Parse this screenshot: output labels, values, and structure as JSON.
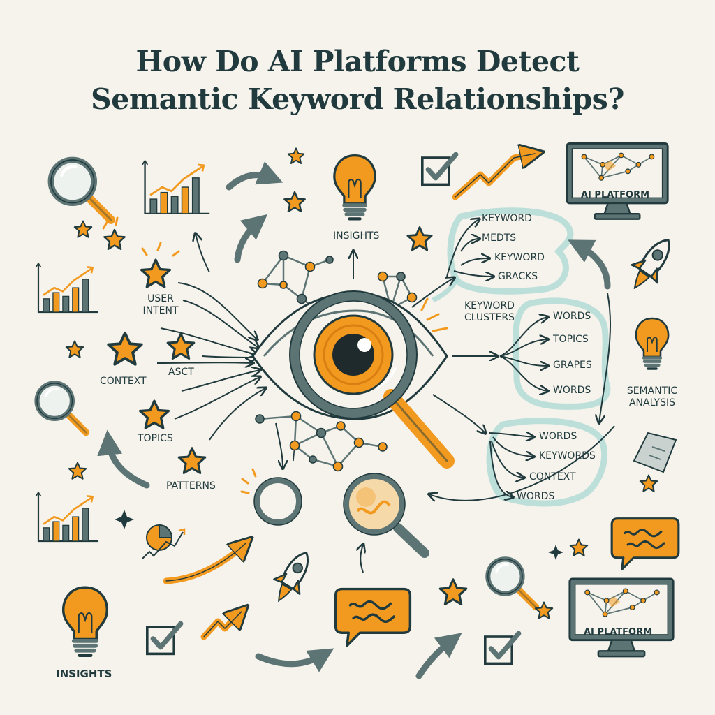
{
  "title": {
    "line1": "How Do AI Platforms Detect",
    "line2": "Semantic Keyword Relationships?"
  },
  "labels": {
    "insights_top": "INSIGHTS",
    "user_intent_1": "USER",
    "user_intent_2": "INTENT",
    "context": "CONTEXT",
    "asct": "ASCT",
    "topics": "TOPICS",
    "patterns": "PATTERNS",
    "keyword_clusters_1": "KEYWORD",
    "keyword_clusters_2": "CLUSTERS",
    "semantic_analysis_1": "SEMANTIC",
    "semantic_analysis_2": "ANALYSIS",
    "insights_bottom": "INSIGHTS"
  },
  "branch_top": [
    "KEYWORD",
    "MEDTS",
    "KEYWORD",
    "GRACKS"
  ],
  "branch_middle": [
    "WORDS",
    "TOPICS",
    "GRAPES",
    "WORDS"
  ],
  "branch_bottom": [
    "WORDS",
    "KEYWORDS",
    "CONTEXT",
    "WORDS"
  ],
  "screens": {
    "top_right": "AI PLATFORM",
    "bottom_right": "AI PLATFORM"
  },
  "icons": [
    "magnifier-icon",
    "eye-icon",
    "lightbulb-icon",
    "star-icon",
    "bar-chart-icon",
    "rocket-icon",
    "checkbox-icon",
    "speech-bubble-icon",
    "monitor-icon",
    "network-icon",
    "pie-chart-icon",
    "arrow-icon"
  ],
  "colors": {
    "accent": "#f29a1f",
    "ink": "#213a3d",
    "slate": "#5d7474",
    "glow": "#a9d8d4",
    "background": "#f6f3ec"
  }
}
